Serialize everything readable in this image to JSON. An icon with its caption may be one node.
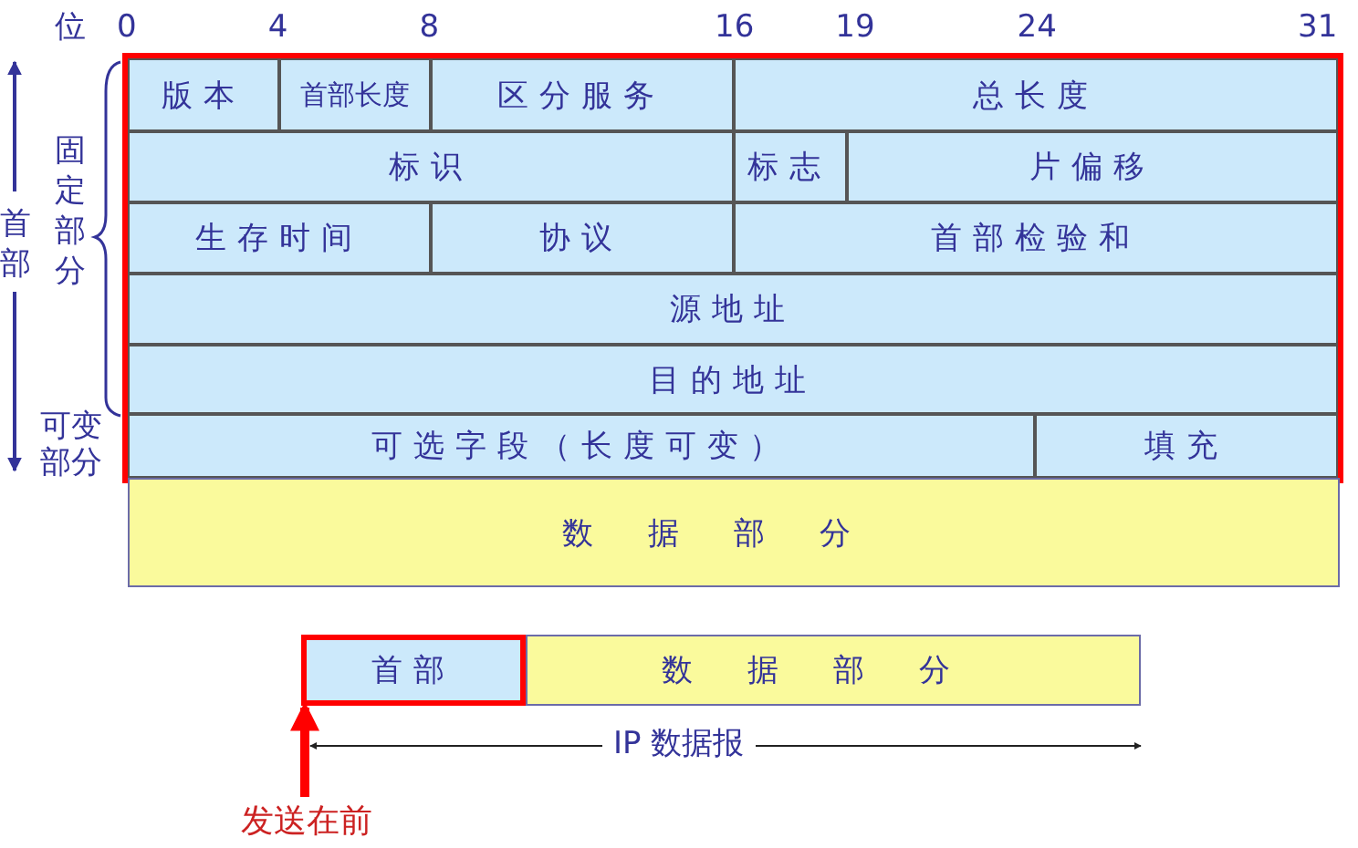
{
  "diagram": {
    "nodes": [
      {
        "text": [],
        "shape": "box"
      },
      {
        "text": [
          "版本"
        ],
        "in": 0
      },
      {
        "text": [
          "首部长度"
        ],
        "in": 0
      },
      {
        "text": [
          "区分服务"
        ],
        "in": 0
      },
      {
        "text": [
          "总长度"
        ],
        "in": 0
      },
      {
        "text": [
          "标识"
        ],
        "in": 0
      },
      {
        "text": [
          "标志"
        ],
        "in": 0
      },
      {
        "text": [
          "片偏移"
        ],
        "in": 0
      },
      {
        "text": [
          "生存时间"
        ],
        "in": 0
      },
      {
        "text": [
          "协议"
        ],
        "in": 0
      },
      {
        "text": [
          "首部检验和"
        ],
        "in": 0
      },
      {
        "text": [
          "源地址"
        ],
        "in": 0
      },
      {
        "text": [
          "目的地址"
        ],
        "in": 0
      },
      {
        "text": [
          "可选字段（长度可变）"
        ],
        "in": 0
      },
      {
        "text": [
          "填充"
        ],
        "in": 0
      },
      {
        "text": [
          "数据部分"
        ]
      },
      {
        "text": [
          "首部"
        ]
      },
      {
        "text": [
          "数据部分"
        ]
      },
      {
        "text": [
          "发送在前"
        ]
      }
    ],
    "edges": [
      {
        "from": 18,
        "to": 16,
        "arrow": "to",
        "color": "#ff0000"
      }
    ],
    "labels": [
      "位",
      "0",
      "4",
      "8",
      "16",
      "19",
      "24",
      "31",
      "首部",
      "固定部分",
      "可变部分",
      "IP 数据报"
    ]
  }
}
